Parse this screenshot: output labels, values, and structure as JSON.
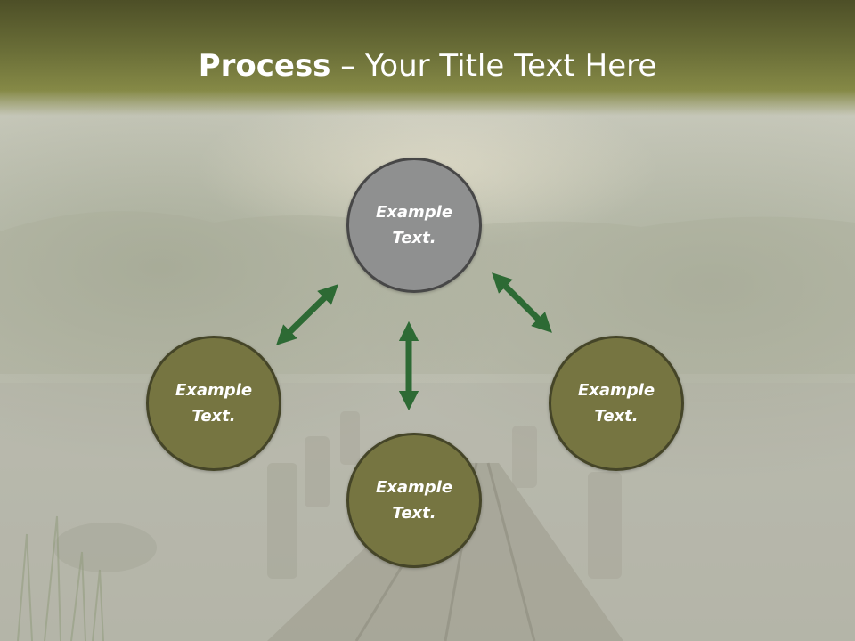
{
  "title": {
    "bold": "Process",
    "rest": " – Your Title Text Here"
  },
  "nodes": [
    {
      "line1": "Example",
      "line2": "Text."
    },
    {
      "line1": "Example",
      "line2": "Text."
    },
    {
      "line1": "Example",
      "line2": "Text."
    },
    {
      "line1": "Example",
      "line2": "Text."
    }
  ],
  "colors": {
    "title_band": "#6b6f38",
    "top_node": "#8f9090",
    "olive_node": "#767541",
    "arrow": "#2d6a34"
  }
}
